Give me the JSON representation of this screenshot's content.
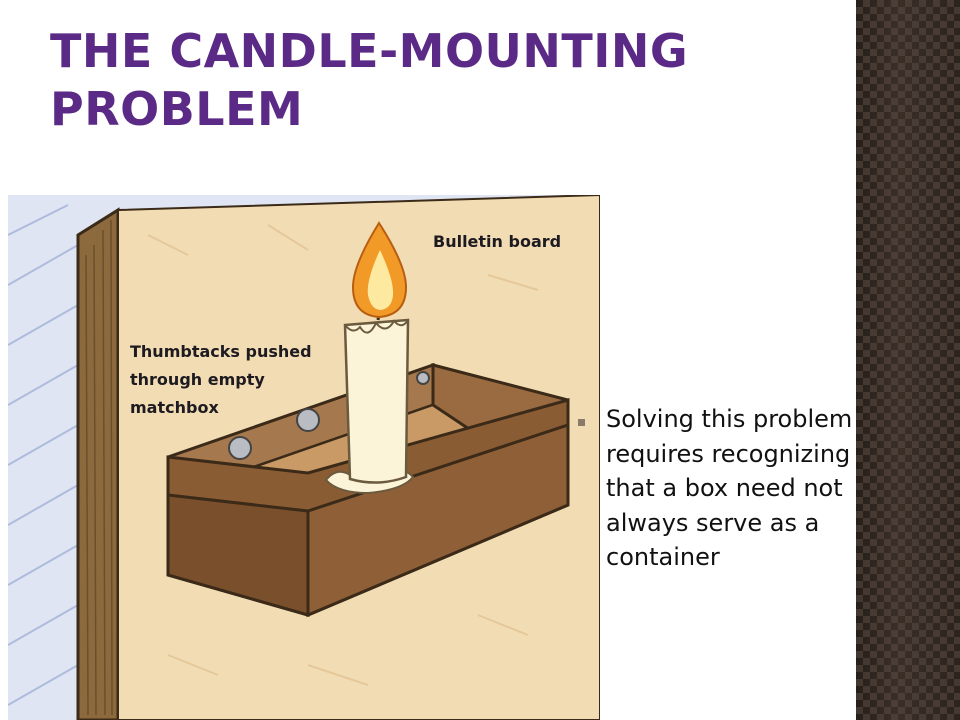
{
  "slide": {
    "title": "The Candle-Mounting Problem",
    "illustration": {
      "labels": {
        "bulletin_board": "Bulletin board",
        "thumbtacks_line1": "Thumbtacks pushed",
        "thumbtacks_line2": "through empty",
        "thumbtacks_line3": "matchbox"
      }
    },
    "bullets": [
      "Solving this problem requires recognizing that a box need not always serve as a container"
    ]
  }
}
